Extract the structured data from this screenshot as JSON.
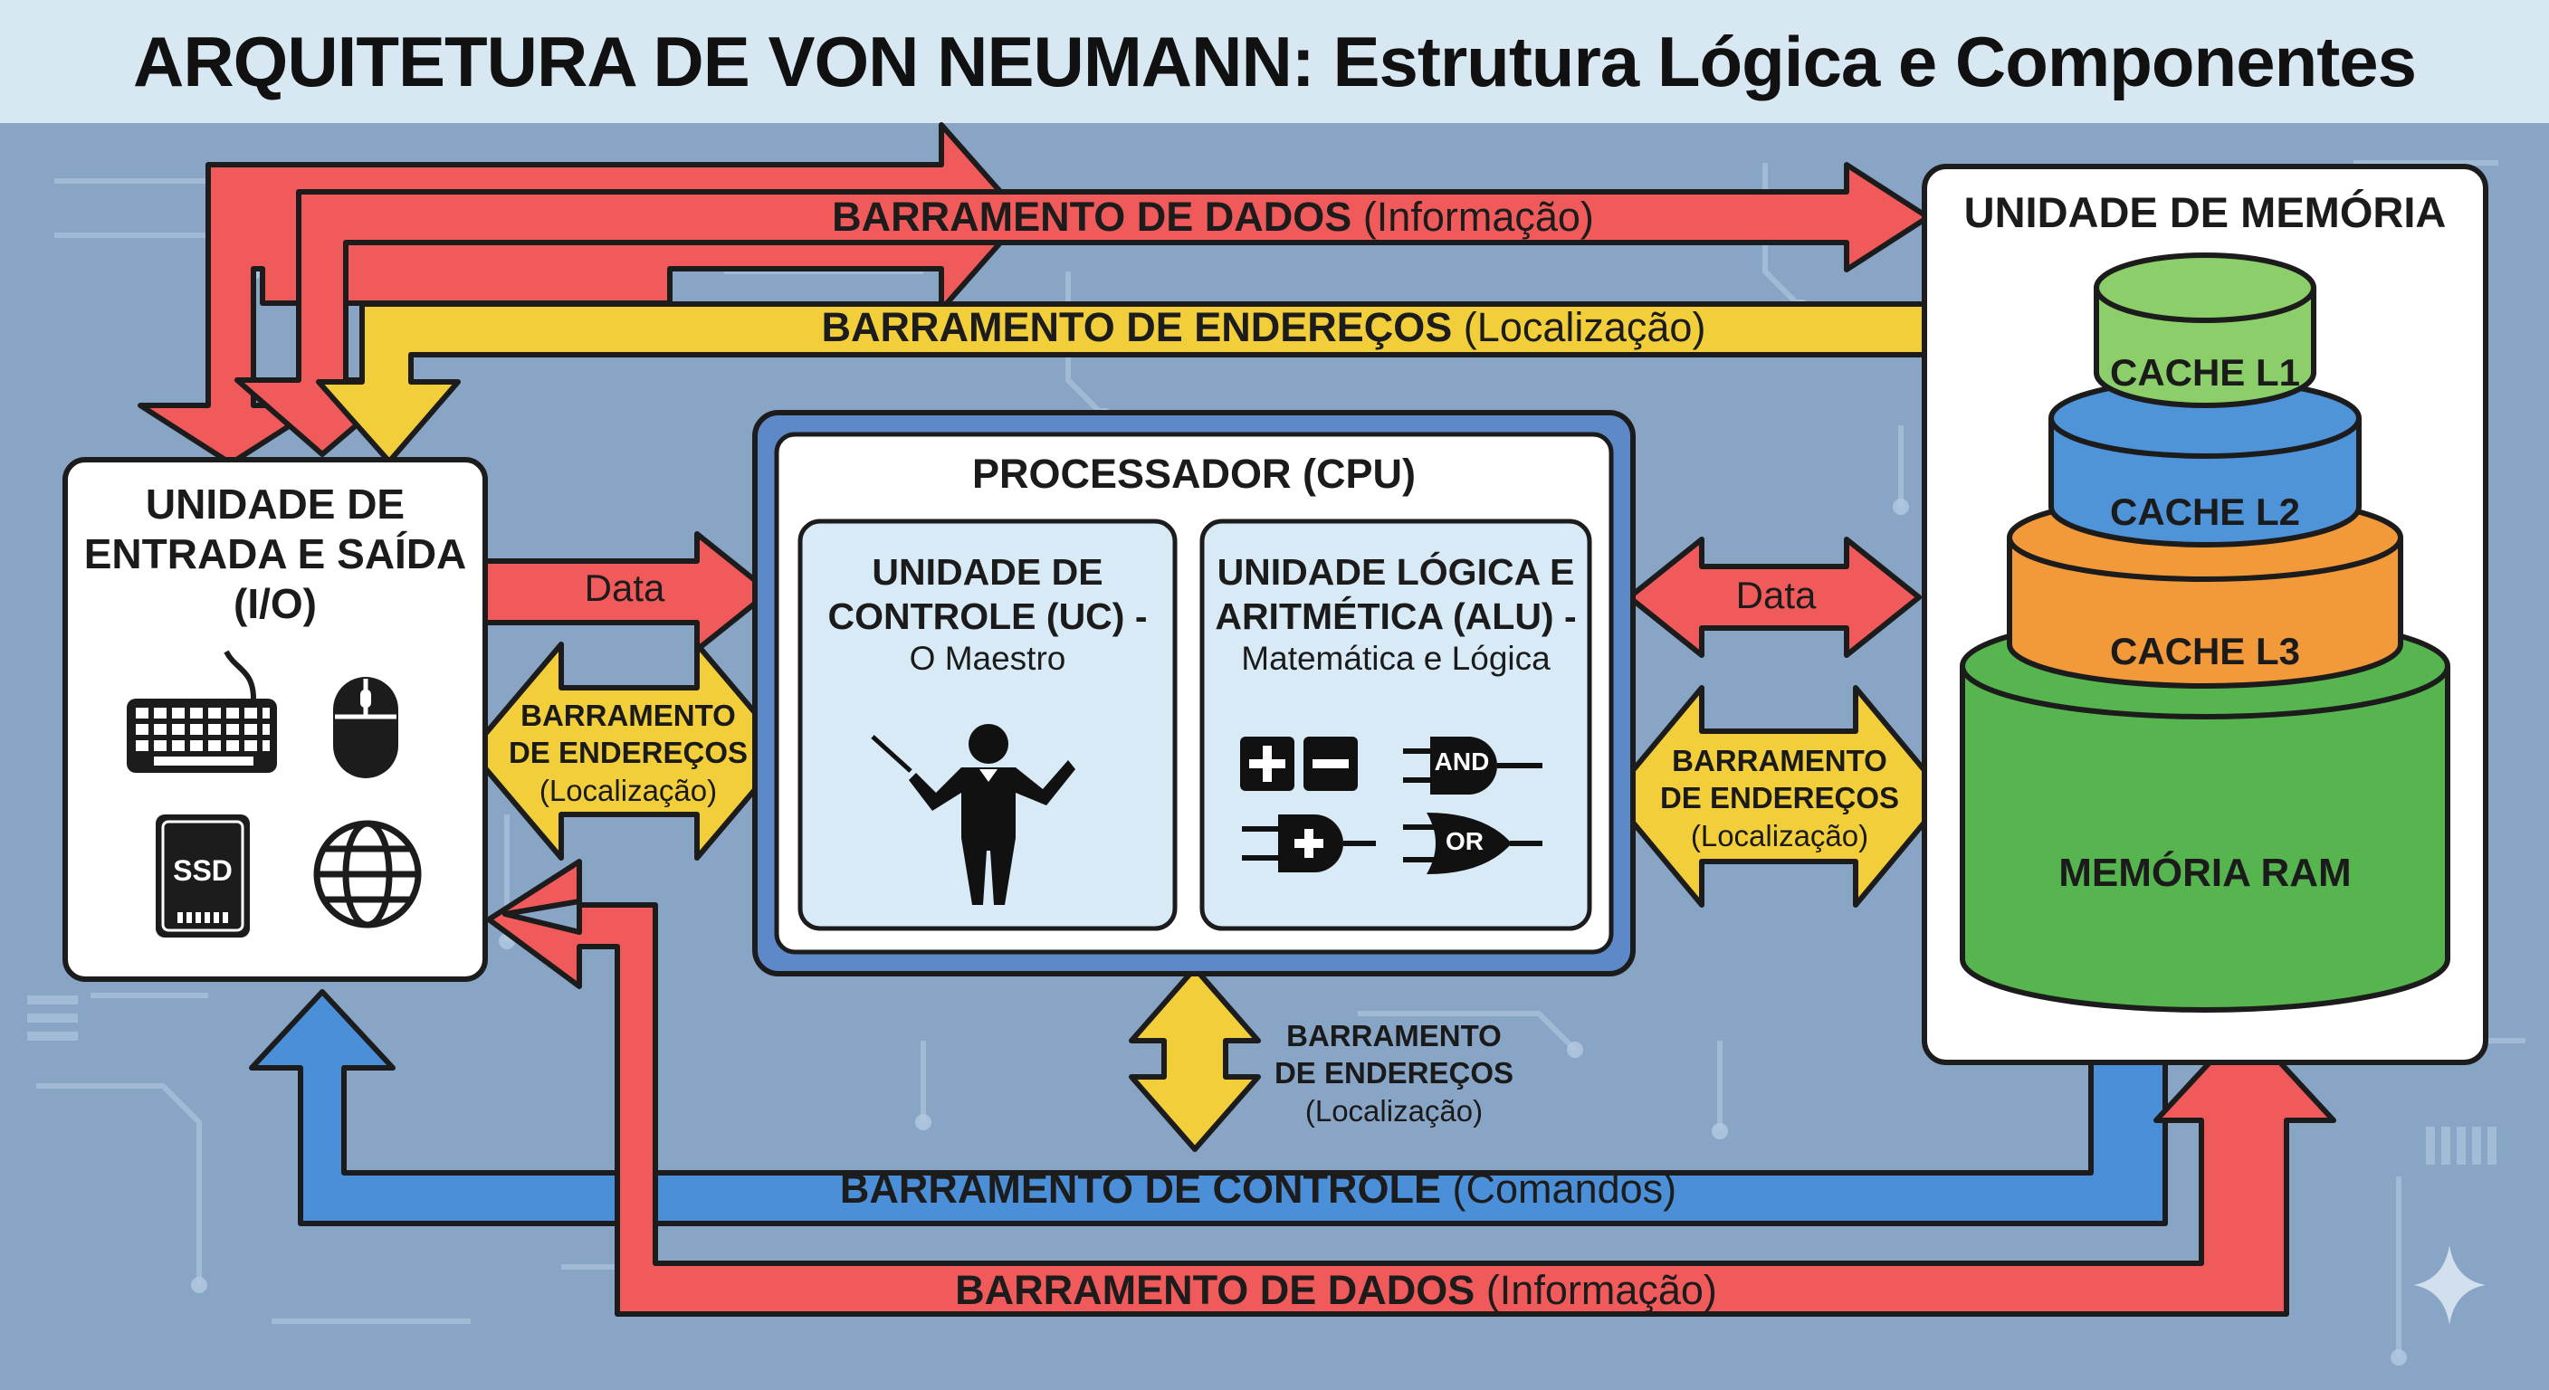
{
  "title": "ARQUITETURA DE VON NEUMANN: Estrutura Lógica e Componentes",
  "colors": {
    "data_bus": "#f05a5a",
    "address_bus": "#f2cf3a",
    "control_bus": "#4a8fd8",
    "cache_l1": "#8ccf6a",
    "cache_l2": "#4f93d8",
    "cache_l3": "#f29a3a",
    "ram": "#57b54f",
    "background": "#88a5c6"
  },
  "buses": {
    "data_top": {
      "name": "BARRAMENTO DE DADOS",
      "desc": "(Informação)"
    },
    "address_top": {
      "name": "BARRAMENTO DE ENDEREÇOS",
      "desc": "(Localização)"
    },
    "control": {
      "name": "BARRAMENTO DE CONTROLE",
      "desc": "(Comandos)"
    },
    "data_bottom": {
      "name": "BARRAMENTO DE DADOS",
      "desc": "(Informação)"
    },
    "io_cpu_data": "Data",
    "cpu_mem_data": "Data",
    "address_left": {
      "line1": "BARRAMENTO",
      "line2": "DE ENDEREÇOS",
      "line3": "(Localização)"
    },
    "address_right": {
      "line1": "BARRAMENTO",
      "line2": "DE ENDEREÇOS",
      "line3": "(Localização)"
    },
    "address_bottom": {
      "line1": "BARRAMENTO",
      "line2": "DE ENDEREÇOS",
      "line3": "(Localização)"
    }
  },
  "io_unit": {
    "title_line1": "UNIDADE DE",
    "title_line2": "ENTRADA E SAÍDA",
    "title_line3": "(I/O)",
    "icons": [
      "keyboard-icon",
      "mouse-icon",
      "ssd-icon",
      "globe-icon"
    ],
    "ssd_label": "SSD"
  },
  "cpu": {
    "title": "PROCESSADOR (CPU)",
    "control_unit": {
      "line1": "UNIDADE DE",
      "line2": "CONTROLE (UC) -",
      "line3": "O Maestro",
      "icon": "conductor-icon"
    },
    "alu": {
      "line1": "UNIDADE LÓGICA E",
      "line2": "ARITMÉTICA (ALU) -",
      "line3": "Matemática e Lógica",
      "and_label": "AND",
      "or_label": "OR"
    }
  },
  "memory": {
    "title": "UNIDADE DE MEMÓRIA",
    "cache_l1": "CACHE L1",
    "cache_l2": "CACHE L2",
    "cache_l3": "CACHE L3",
    "ram": "MEMÓRIA RAM"
  }
}
